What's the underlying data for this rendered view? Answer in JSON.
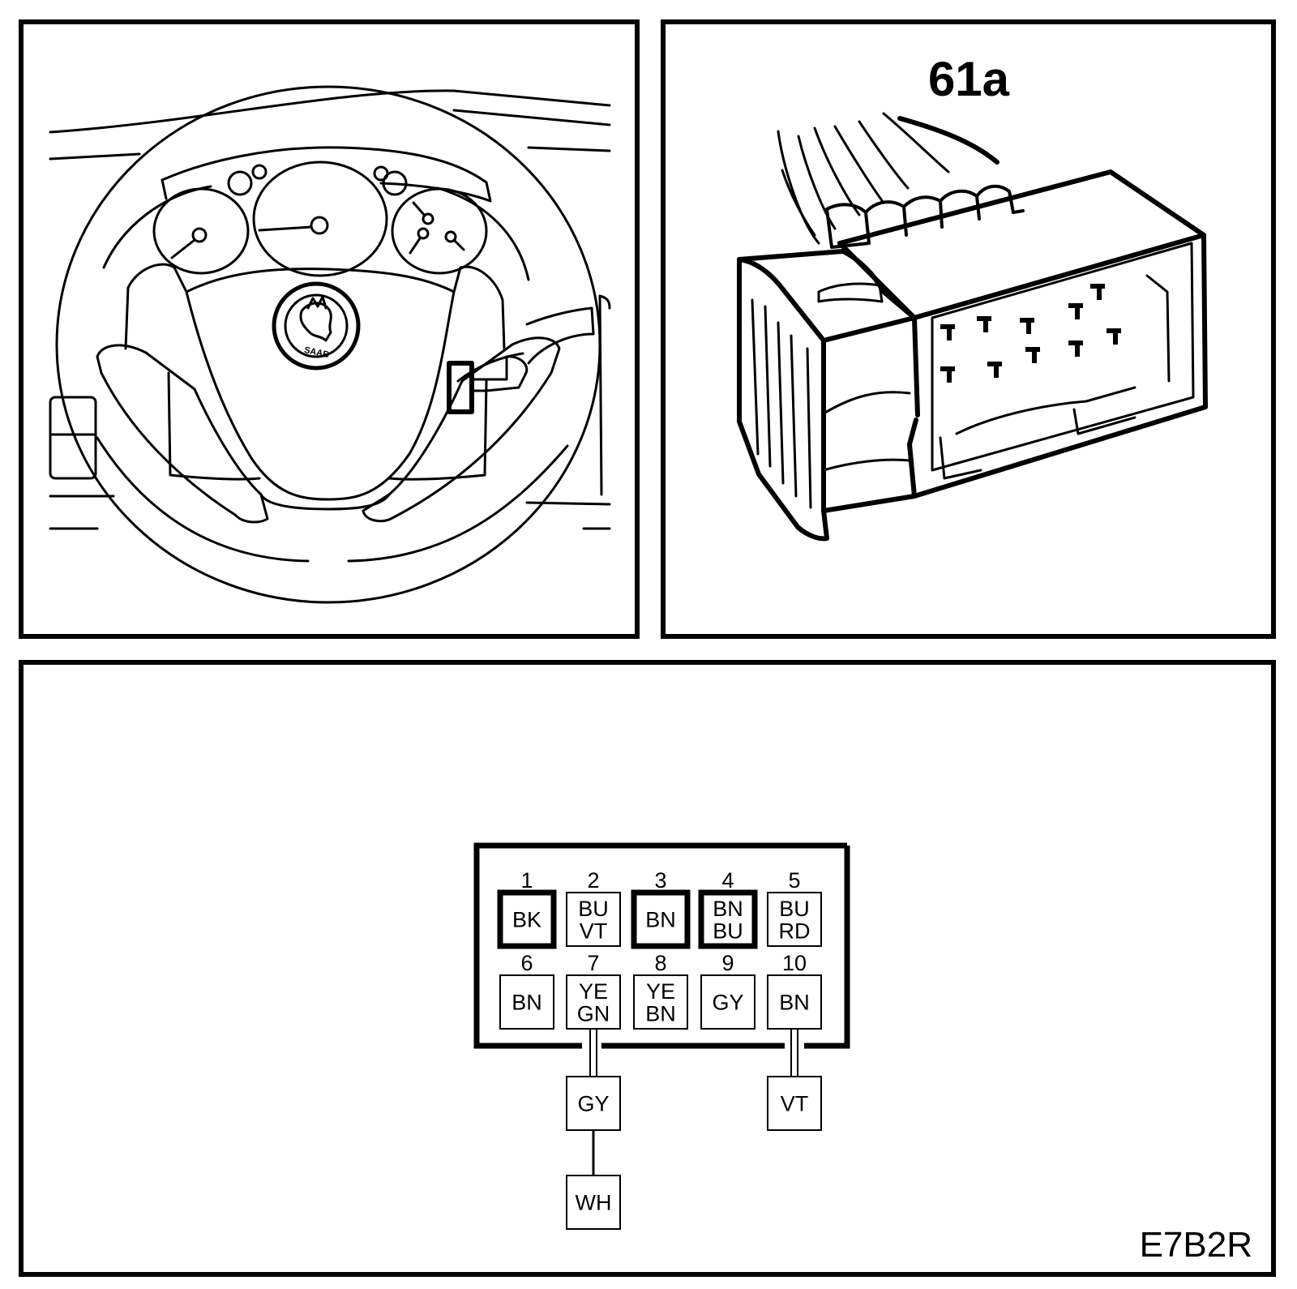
{
  "connector_id": "61a",
  "figure_code": "E7B2R",
  "logo_text": "SAAB",
  "pins": [
    {
      "num": "1",
      "color": "BK",
      "bold": true
    },
    {
      "num": "2",
      "color": "BU VT",
      "bold": false
    },
    {
      "num": "3",
      "color": "BN",
      "bold": true
    },
    {
      "num": "4",
      "color": "BN BU",
      "bold": true
    },
    {
      "num": "5",
      "color": "BU RD",
      "bold": false
    },
    {
      "num": "6",
      "color": "BN",
      "bold": false
    },
    {
      "num": "7",
      "color": "YE GN",
      "bold": false
    },
    {
      "num": "8",
      "color": "YE BN",
      "bold": false
    },
    {
      "num": "9",
      "color": "GY",
      "bold": false
    },
    {
      "num": "10",
      "color": "BN",
      "bold": false
    }
  ],
  "branches": [
    {
      "pin": "7",
      "chain": [
        "GY",
        "WH"
      ]
    },
    {
      "pin": "10",
      "chain": [
        "VT"
      ]
    }
  ]
}
